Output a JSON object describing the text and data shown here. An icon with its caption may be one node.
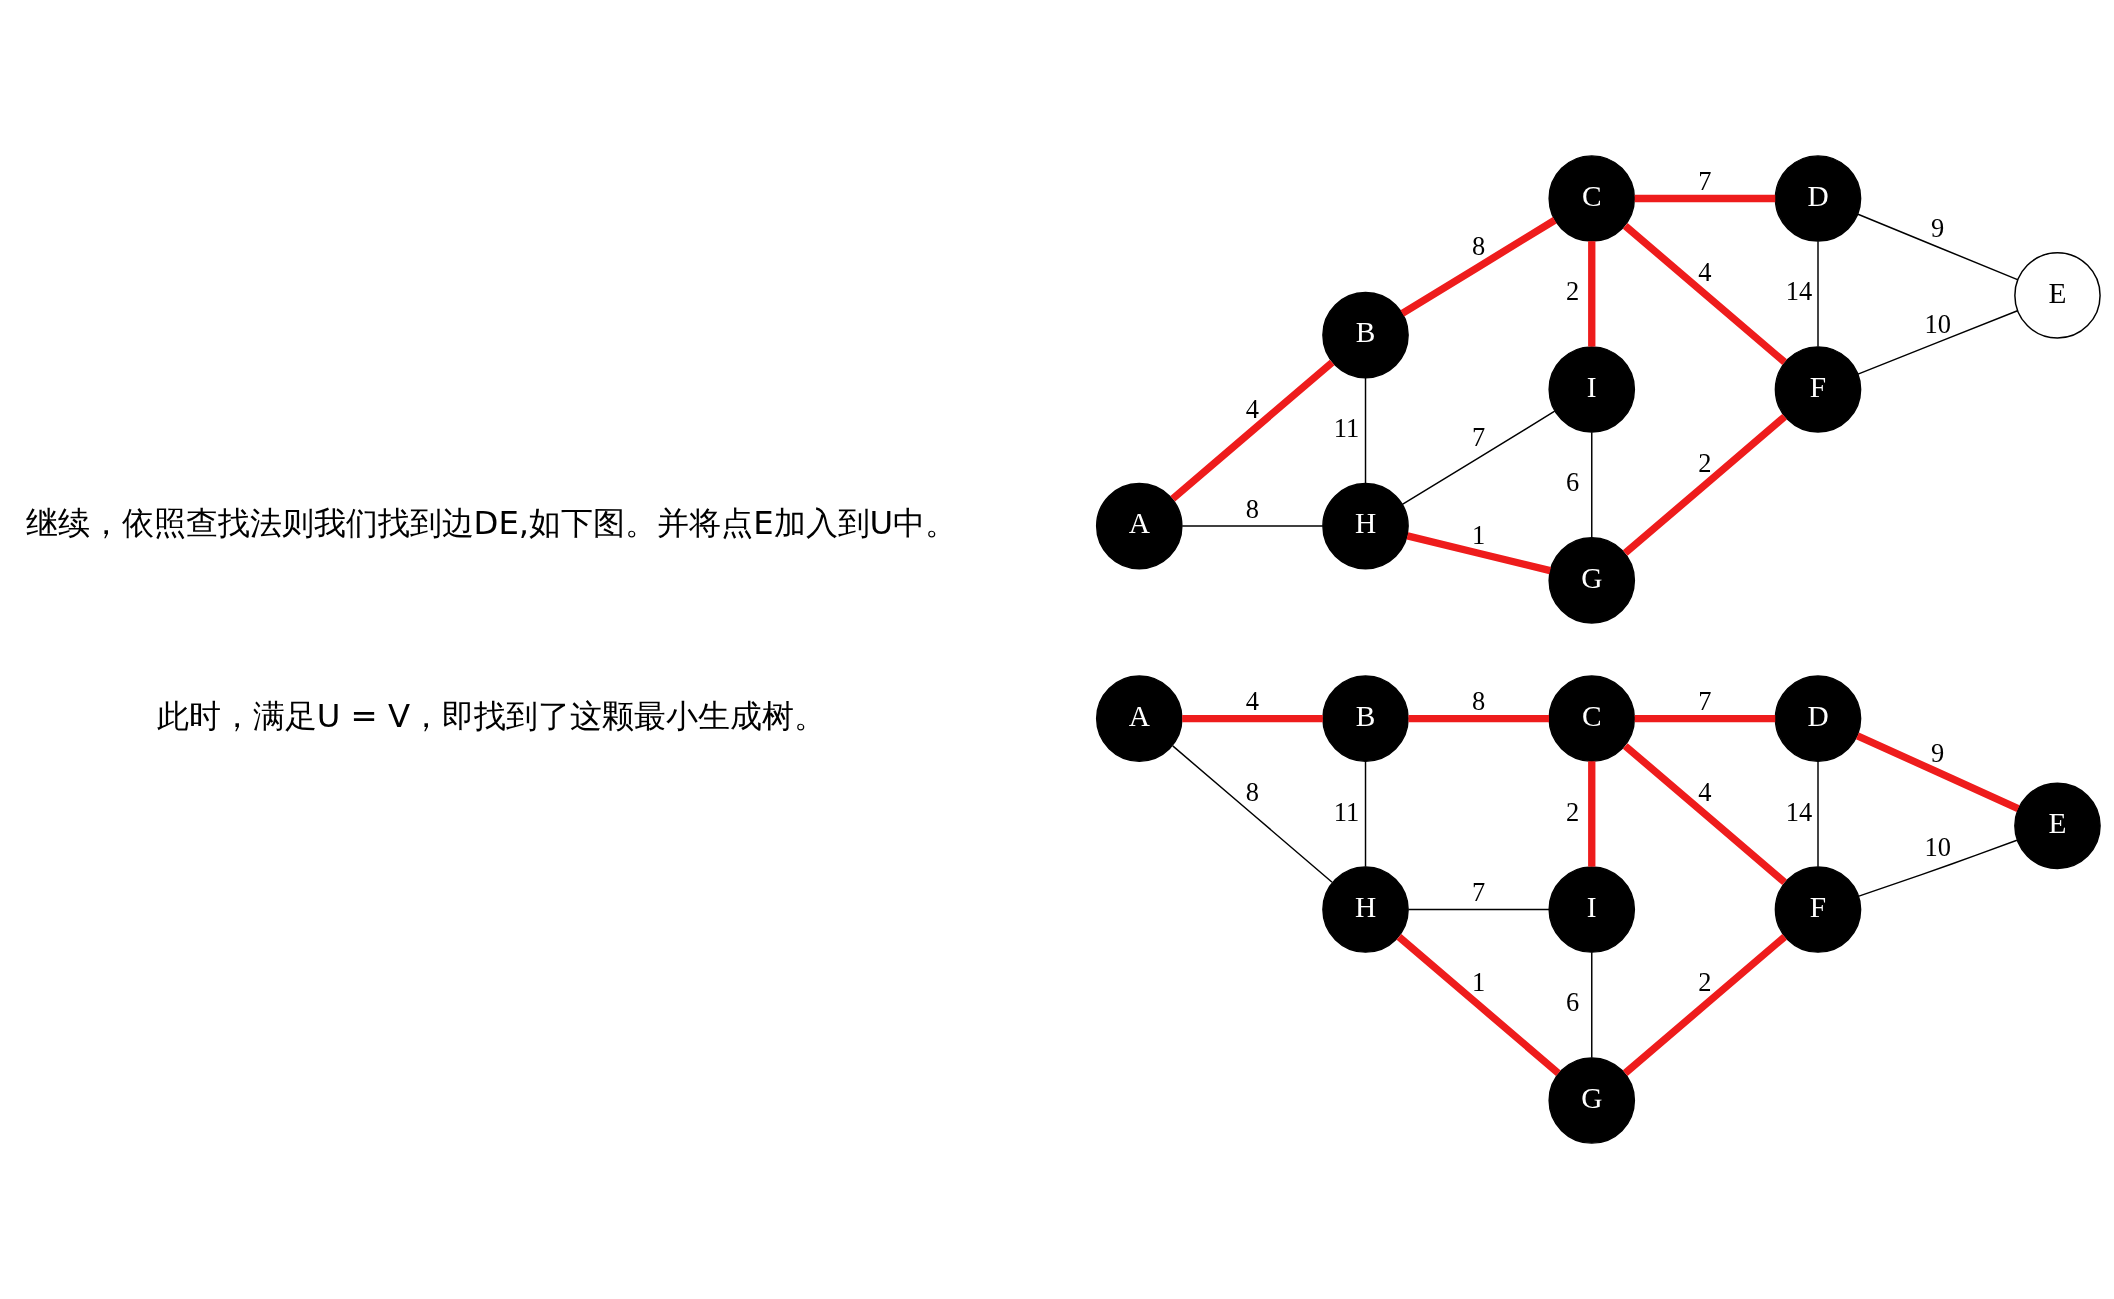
{
  "diagram": {
    "nodes": [
      {
        "text": [
          "A"
        ]
      },
      {
        "text": [
          "B"
        ]
      },
      {
        "text": [
          "C"
        ]
      },
      {
        "text": [
          "D"
        ]
      },
      {
        "text": [
          "E"
        ]
      },
      {
        "text": [
          "F"
        ]
      },
      {
        "text": [
          "G"
        ]
      },
      {
        "text": [
          "H"
        ]
      },
      {
        "text": [
          "I"
        ]
      },
      {
        "text": [
          "A"
        ]
      },
      {
        "text": [
          "B"
        ]
      },
      {
        "text": [
          "C"
        ]
      },
      {
        "text": [
          "D"
        ]
      },
      {
        "text": [
          "E"
        ]
      },
      {
        "text": [
          "F"
        ]
      },
      {
        "text": [
          "G"
        ]
      },
      {
        "text": [
          "H"
        ]
      },
      {
        "text": [
          "I"
        ]
      }
    ],
    "edges": [
      {
        "from": 0,
        "to": 1,
        "label": "4",
        "arrow": "none"
      },
      {
        "from": 1,
        "to": 2,
        "label": "8",
        "arrow": "none"
      },
      {
        "from": 2,
        "to": 3,
        "label": "7",
        "arrow": "none"
      },
      {
        "from": 3,
        "to": 4,
        "label": "9",
        "arrow": "none",
        "color": "#000000"
      },
      {
        "from": 1,
        "to": 7,
        "label": "11",
        "arrow": "none",
        "color": "#000000"
      },
      {
        "from": 2,
        "to": 8,
        "label": "2",
        "arrow": "none"
      },
      {
        "from": 2,
        "to": 5,
        "label": "4",
        "arrow": "none"
      },
      {
        "from": 3,
        "to": 5,
        "label": "14",
        "arrow": "none",
        "color": "#000000"
      },
      {
        "from": 0,
        "to": 7,
        "label": "8",
        "arrow": "none",
        "color": "#000000"
      },
      {
        "from": 8,
        "to": 7,
        "label": "7",
        "arrow": "none",
        "color": "#000000"
      },
      {
        "from": 8,
        "to": 6,
        "label": "6",
        "arrow": "none",
        "color": "#000000"
      },
      {
        "from": 5,
        "to": 4,
        "label": "10",
        "arrow": "none",
        "color": "#000000"
      },
      {
        "from": 7,
        "to": 6,
        "label": "1",
        "arrow": "none"
      },
      {
        "from": 6,
        "to": 5,
        "label": "2",
        "arrow": "none"
      },
      {
        "from": 9,
        "to": 10,
        "label": "4",
        "arrow": "none"
      },
      {
        "from": 10,
        "to": 11,
        "label": "8",
        "arrow": "none"
      },
      {
        "from": 11,
        "to": 12,
        "label": "7",
        "arrow": "none"
      },
      {
        "from": 12,
        "to": 13,
        "label": "9",
        "arrow": "none"
      },
      {
        "from": 10,
        "to": 16,
        "label": "11",
        "arrow": "none",
        "color": "#000000"
      },
      {
        "from": 11,
        "to": 17,
        "label": "2",
        "arrow": "none"
      },
      {
        "from": 11,
        "to": 14,
        "label": "4",
        "arrow": "none"
      },
      {
        "from": 12,
        "to": 14,
        "label": "14",
        "arrow": "none",
        "color": "#000000"
      },
      {
        "from": 9,
        "to": 16,
        "label": "8",
        "arrow": "none",
        "color": "#000000"
      },
      {
        "from": 17,
        "to": 16,
        "label": "7",
        "arrow": "none",
        "color": "#000000"
      },
      {
        "from": 17,
        "to": 15,
        "label": "6",
        "arrow": "none",
        "color": "#000000"
      },
      {
        "from": 14,
        "to": 13,
        "label": "10",
        "arrow": "none",
        "color": "#000000"
      },
      {
        "from": 16,
        "to": 15,
        "label": "1",
        "arrow": "none"
      },
      {
        "from": 15,
        "to": 14,
        "label": "2",
        "arrow": "none"
      }
    ],
    "labels": [
      "继续，依照查找法则我们找到边DE,如下图。并将点E加入到U中。",
      "此时，满足U = V，即找到了这颗最小生成树。"
    ]
  }
}
